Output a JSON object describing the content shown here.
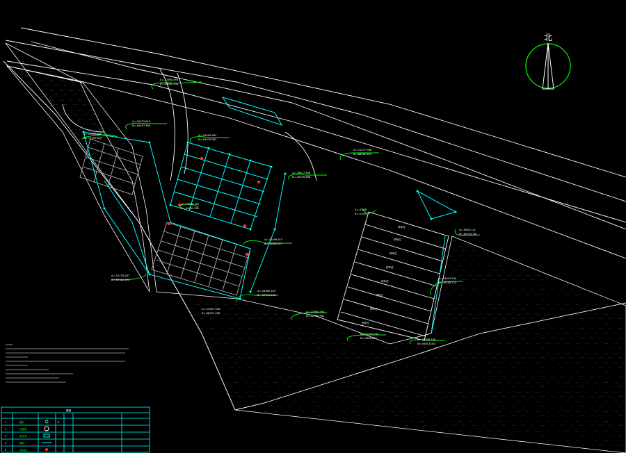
{
  "north": {
    "label": "北"
  },
  "coords": [
    {
      "a": "A=-21860.893",
      "b": "B=-66083.758"
    },
    {
      "a": "A=-19753.618",
      "b": "B=-63597.484"
    },
    {
      "a": "A=-19809.384",
      "b": "B=-71955.609"
    },
    {
      "a": "A=-16956.363",
      "b": "B=-63079.983"
    },
    {
      "a": "A=-16817.638",
      "b": "B=-25676.688"
    },
    {
      "a": "A=-13277.988",
      "b": "B=-68062.624"
    },
    {
      "a": "A=-13596.320",
      "b": "B=-34062.395"
    },
    {
      "a": "A=-18496.910",
      "b": "B=-32861.827"
    },
    {
      "a": "A=-15778.187",
      "b": "B=-67962.294"
    },
    {
      "a": "A=-26469.163",
      "b": "B=-37041.135"
    },
    {
      "a": "A=-25407.958",
      "b": "B=-38291.598"
    },
    {
      "a": "A=-22980.590",
      "b": "B=-32960.962"
    },
    {
      "a": "A=-21991.035",
      "b": "B=-4906.867"
    },
    {
      "a": "A=-9638.112",
      "b": "B=-60920.367"
    },
    {
      "a": "A=-23619.290",
      "b": "B=-19558.723"
    },
    {
      "a": "A=-16808.184",
      "b": "B=-34613.043"
    },
    {
      "a": "A=-0.068",
      "b": "B=-0.400"
    }
  ],
  "parking_label": "停车位",
  "table": {
    "title": "图例",
    "rows": [
      {
        "no": "1",
        "name": "路灯",
        "qty": "6",
        "note": ""
      },
      {
        "no": "2",
        "name": "检查井",
        "qty": "",
        "note": ""
      },
      {
        "no": "3",
        "name": "雨水井",
        "qty": "",
        "note": ""
      },
      {
        "no": "4",
        "name": "管线",
        "qty": "",
        "note": ""
      },
      {
        "no": "5",
        "name": "消火栓",
        "qty": "",
        "note": ""
      }
    ]
  },
  "colors": {
    "bg": "#000000",
    "cyan": "#00ffff",
    "green": "#00ff00",
    "white": "#ffffff",
    "red": "#ff3030",
    "gray": "#9a9a9a"
  }
}
